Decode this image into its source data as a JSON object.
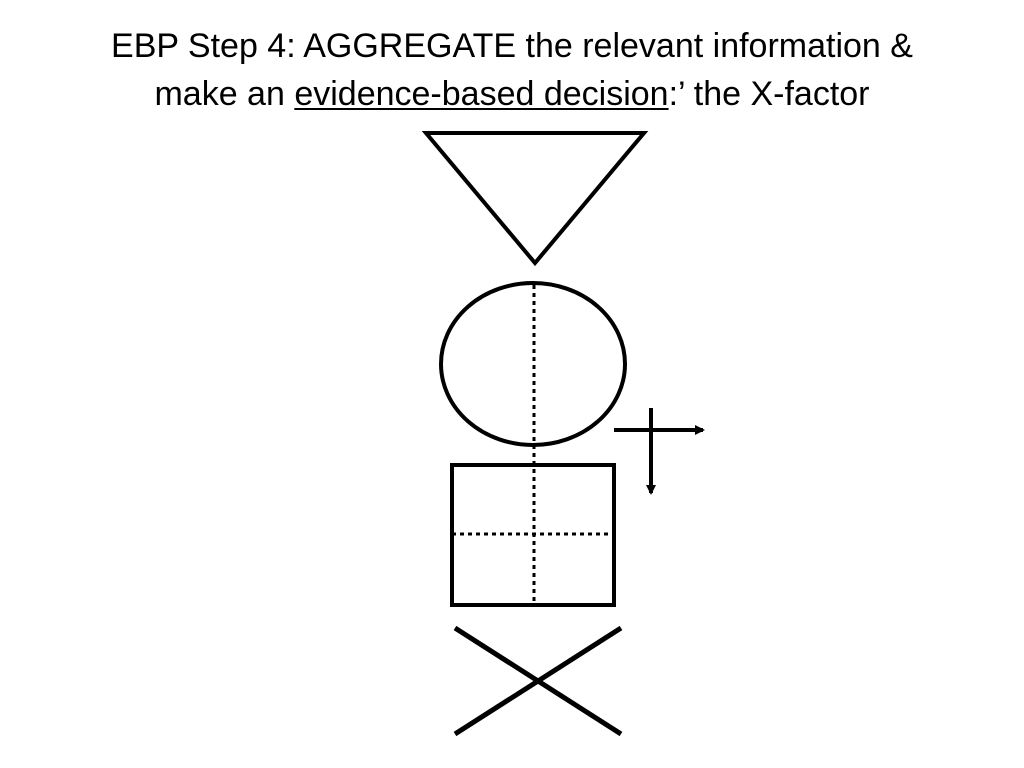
{
  "title": {
    "line1": "EBP Step 4: AGGREGATE the relevant information &",
    "line2_prefix": "make an ",
    "line2_underlined": "evidence-based decision",
    "line2_suffix": ":’ the X-factor"
  },
  "colors": {
    "background": "#ffffff",
    "stroke": "#000000"
  }
}
